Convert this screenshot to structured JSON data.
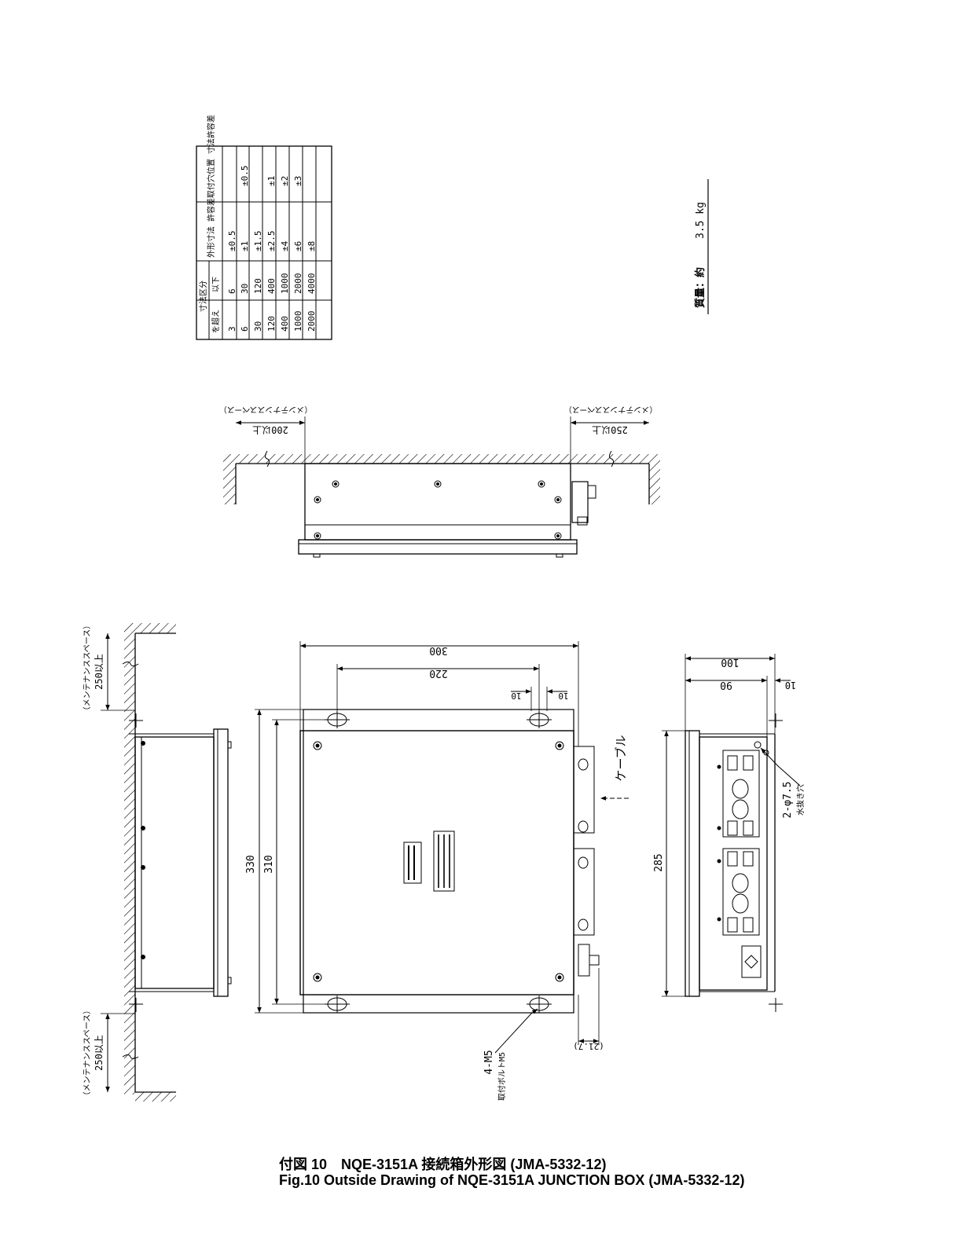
{
  "tolerance_table": {
    "header_division": "寸法区分",
    "header_over": "を超え",
    "header_upto": "以下",
    "header_outline": "外形寸法 許容差",
    "header_mount": "取付穴位置 寸法許容差",
    "rows": [
      {
        "over": "3",
        "upto": "6",
        "outline": "±0.5",
        "mount": ""
      },
      {
        "over": "6",
        "upto": "30",
        "outline": "±1",
        "mount": "±0.5"
      },
      {
        "over": "30",
        "upto": "120",
        "outline": "±1.5",
        "mount": ""
      },
      {
        "over": "120",
        "upto": "400",
        "outline": "±2.5",
        "mount": "±1"
      },
      {
        "over": "400",
        "upto": "1000",
        "outline": "±4",
        "mount": "±2"
      },
      {
        "over": "1000",
        "upto": "2000",
        "outline": "±6",
        "mount": "±3"
      },
      {
        "over": "2000",
        "upto": "4000",
        "outline": "±8",
        "mount": ""
      }
    ]
  },
  "mass": {
    "label": "質量：約",
    "value": "3.5 kg"
  },
  "top_view": {
    "left_clearance": "200以上",
    "left_note": "（メンテナンススペース）",
    "right_clearance": "250以上",
    "right_note": "（メンテナンススペース）"
  },
  "front_view": {
    "dim_width": "300",
    "dim_hole_pitch": "220",
    "dim_slot_left": "10",
    "dim_slot_right": "10",
    "dim_height_outer": "330",
    "dim_height_inner": "310",
    "dim_protrusion": "(21.7)",
    "cable_label": "ケーブル",
    "hole_note": "4-M5",
    "hole_note_sub": "取付ボルトM5"
  },
  "side_view": {
    "top_clearance": "250以上",
    "top_note": "（メンテナンススペース）",
    "bottom_clearance": "250以上",
    "bottom_note": "（メンテナンススペース）"
  },
  "right_view": {
    "dim_depth": "100",
    "dim_body": "90",
    "dim_flange": "10",
    "dim_height": "285",
    "drain_note": "2-φ7.5",
    "drain_note_sub": "水抜き穴"
  },
  "caption": {
    "line1": "付図 10　NQE-3151A 接続箱外形図  (JMA-5332-12)",
    "line2": "Fig.10 Outside Drawing of NQE-3151A JUNCTION BOX (JMA-5332-12)"
  }
}
